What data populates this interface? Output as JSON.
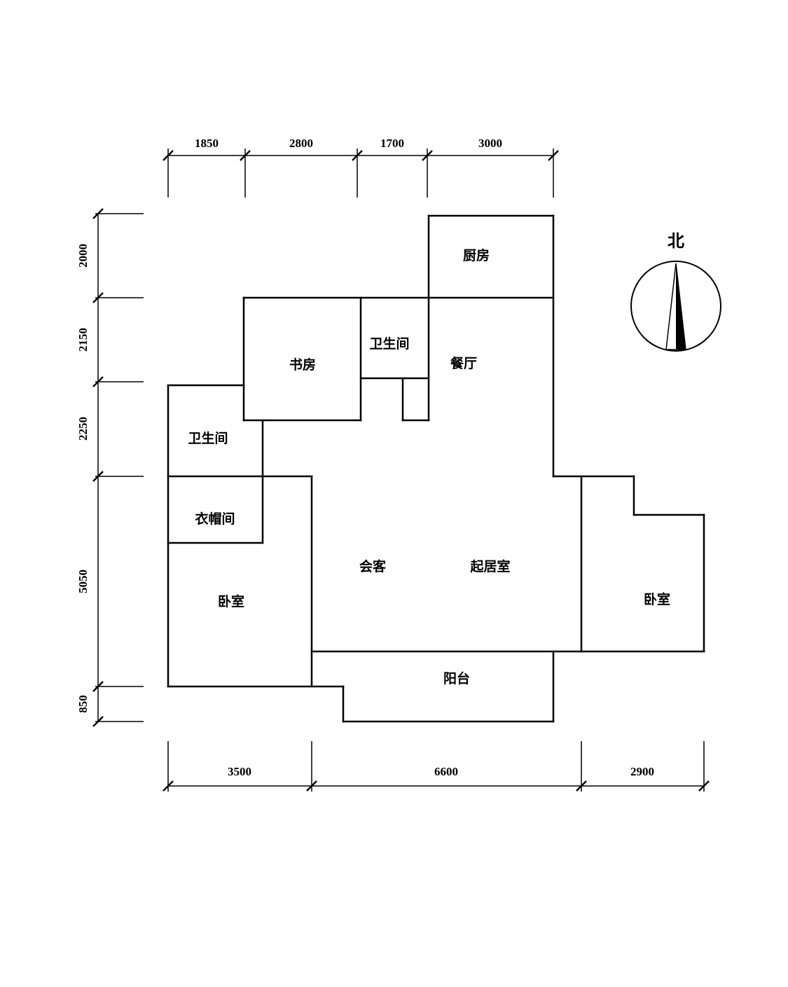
{
  "rooms": {
    "kitchen": "厨房",
    "bathroom_top": "卫生间",
    "study": "书房",
    "dining": "餐厅",
    "bathroom_left": "卫生间",
    "cloakroom": "衣帽间",
    "bedroom_left": "卧室",
    "reception": "会客",
    "living_room": "起居室",
    "bedroom_right": "卧室",
    "balcony": "阳台"
  },
  "compass": {
    "north": "北"
  },
  "dimensions": {
    "top": [
      "1850",
      "2800",
      "1700",
      "3000"
    ],
    "left": [
      "2000",
      "2150",
      "2250",
      "5050",
      "850"
    ],
    "bottom": [
      "3500",
      "6600",
      "2900"
    ]
  },
  "colors": {
    "line": "#000000",
    "background": "#ffffff"
  }
}
